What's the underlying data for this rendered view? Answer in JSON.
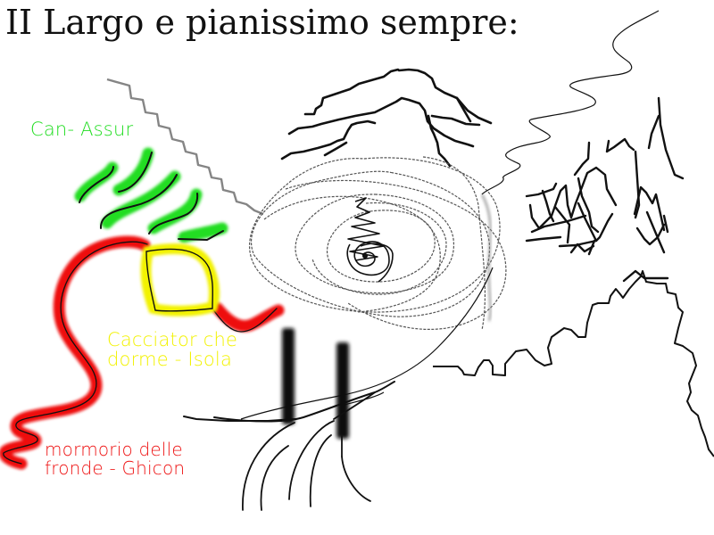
{
  "title": "II Largo e pianissimo sempre:",
  "labels": {
    "can_assur": {
      "text": "Can- Assur",
      "color": "#22dd22"
    },
    "cacciator": {
      "text": "Cacciator che\ndorme - Isola",
      "color": "#f2f200"
    },
    "mormorio": {
      "text": "mormorio delle\nfronde - Ghicon",
      "color": "#ee1111"
    }
  },
  "colors": {
    "background": "#ffffff",
    "ink": "#111111",
    "grey_ink": "#808080",
    "green_highlight": "#22dd22",
    "yellow_highlight": "#f2f200",
    "red_highlight": "#ee1111"
  },
  "elements": [
    "title-text",
    "green-strokes-can-assur",
    "grey-zigzag-diagonal",
    "mountain-ridge-lines",
    "spiral-concentric-loops",
    "yellow-island-loop",
    "red-river-curve",
    "wavy-line-top-right",
    "forest-scribbles",
    "jagged-hill-outline",
    "twin-black-pillars",
    "root-lines-bottom"
  ]
}
